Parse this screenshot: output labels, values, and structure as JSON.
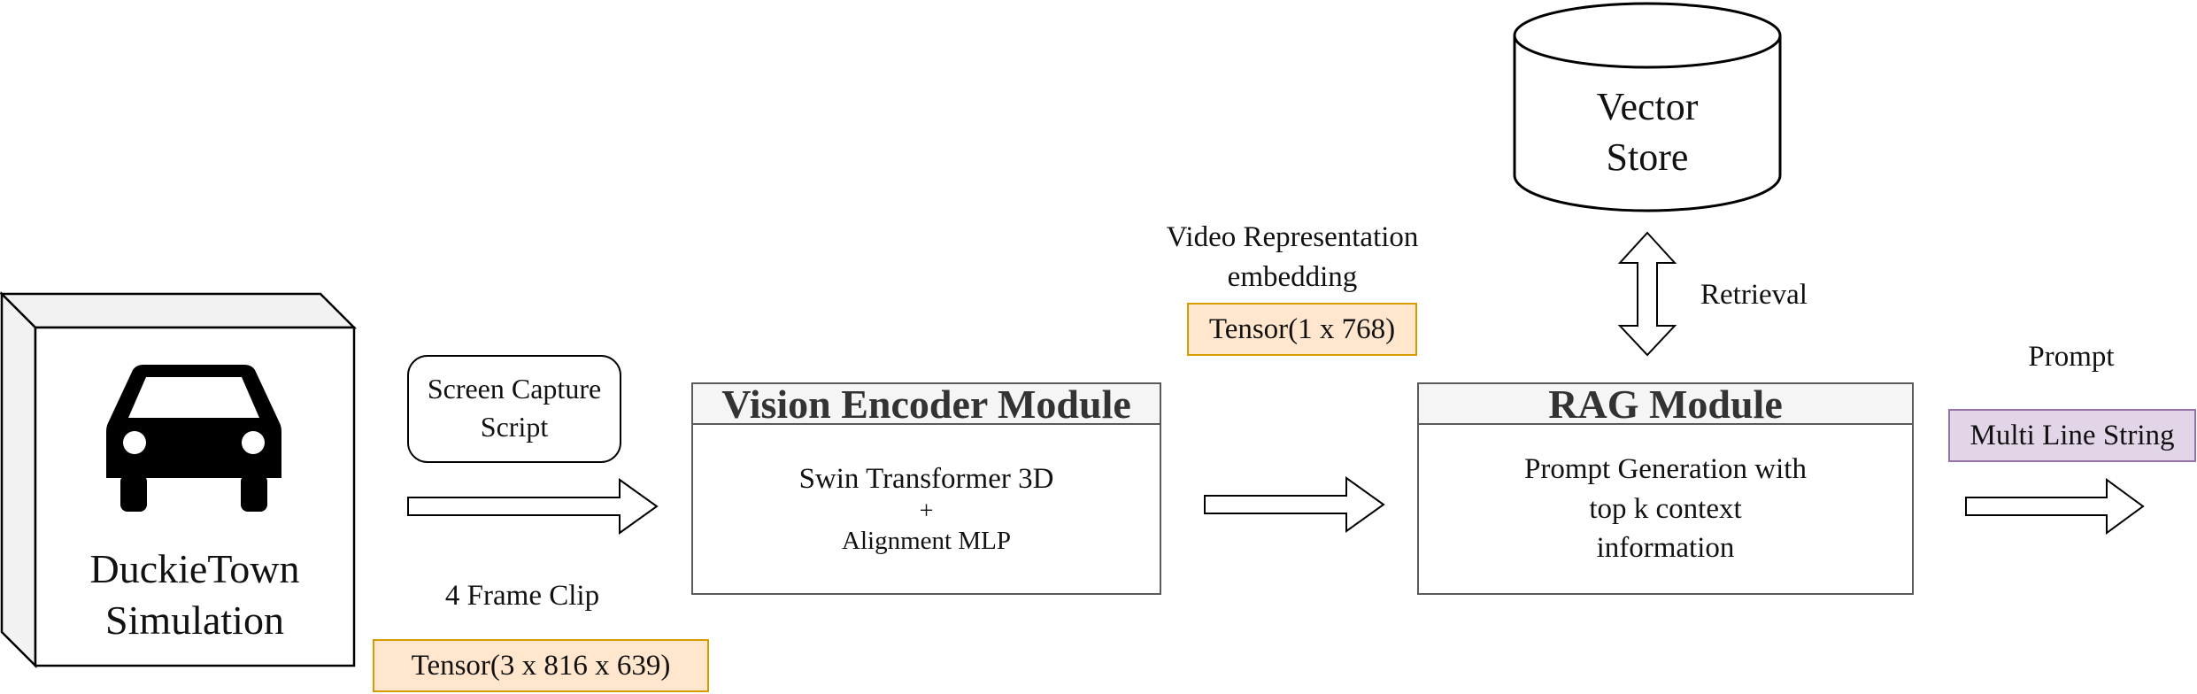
{
  "simulation": {
    "line1": "DuckieTown",
    "line2": "Simulation",
    "icon": "car-icon"
  },
  "capture": {
    "line1": "Screen Capture",
    "line2": "Script",
    "clip_label": "4 Frame Clip",
    "tensor": "Tensor(3 x 816 x 639)"
  },
  "vision_module": {
    "title": "Vision Encoder Module",
    "line1": "Swin Transformer 3D",
    "plus": "+",
    "line2": "Alignment MLP"
  },
  "embedding": {
    "line1": "Video Representation",
    "line2": "embedding",
    "tensor": "Tensor(1 x 768)"
  },
  "vector_store": {
    "line1": "Vector",
    "line2": "Store"
  },
  "retrieval_label": "Retrieval",
  "rag_module": {
    "title": "RAG Module",
    "line1": "Prompt Generation with",
    "line2": "top k context",
    "line3": "information"
  },
  "prompt": {
    "label": "Prompt",
    "type_box": "Multi Line String"
  },
  "colors": {
    "tensor_fill": "#ffe6cc",
    "tensor_border": "#d79b00",
    "string_fill": "#e1d5e7",
    "string_border": "#9673a6"
  }
}
